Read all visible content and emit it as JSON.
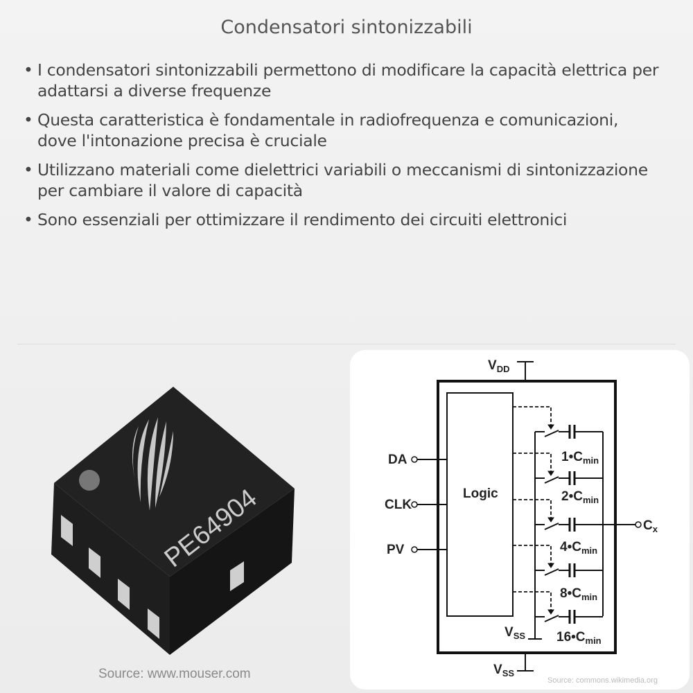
{
  "title": "Condensatori sintonizzabili",
  "bullets": [
    "I condensatori sintonizzabili permettono di modificare la capacità elettrica per adattarsi a diverse frequenze",
    "Questa caratteristica è fondamentale in radiofrequenza e comunicazioni, dove l'intonazione precisa è cruciale",
    "Utilizzano materiali come dielettrici variabili o meccanismi di sintonizzazione per cambiare il valore di capacità",
    "Sono essenziali per ottimizzare il rendimento dei circuiti elettronici"
  ],
  "left_image": {
    "chip_marking": "PE64904",
    "source": "Source: www.mouser.com"
  },
  "diagram": {
    "vdd": {
      "main": "V",
      "sub": "DD"
    },
    "vss_inner": {
      "main": "V",
      "sub": "SS"
    },
    "vss_outer": {
      "main": "V",
      "sub": "SS"
    },
    "logic": "Logic",
    "inputs": [
      "DA",
      "CLK",
      "PV"
    ],
    "output": {
      "main": "C",
      "sub": "x"
    },
    "capacitors": [
      {
        "main": "1•C",
        "sub": "min"
      },
      {
        "main": "2•C",
        "sub": "min"
      },
      {
        "main": "4•C",
        "sub": "min"
      },
      {
        "main": "8•C",
        "sub": "min"
      },
      {
        "main": "16•C",
        "sub": "min"
      }
    ],
    "source": "Source: commons.wikimedia.org"
  }
}
